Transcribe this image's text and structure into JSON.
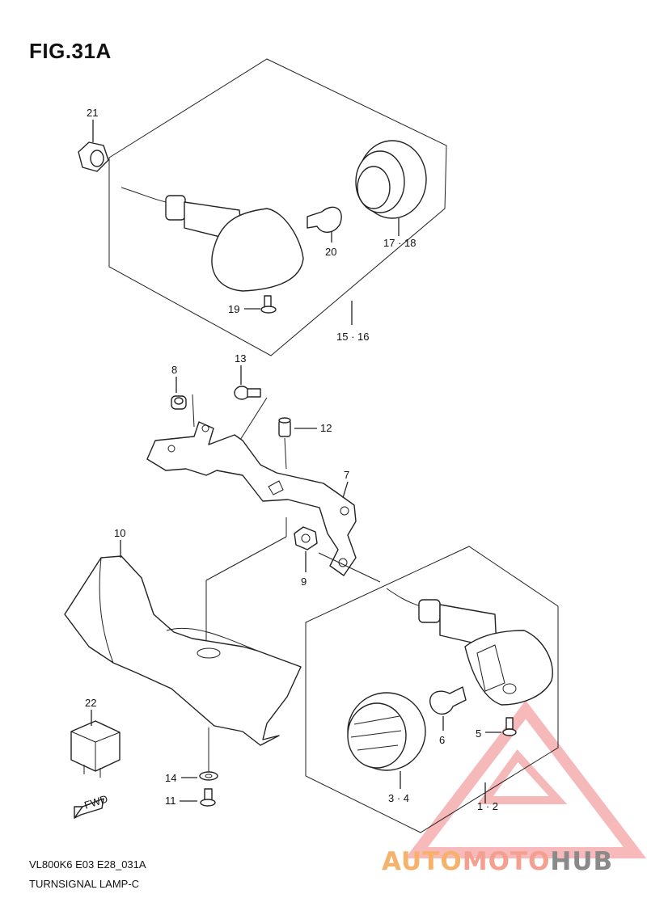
{
  "title": "FIG.31A",
  "footer": {
    "model_ref": "VL800K6 E03 E28_031A",
    "caption": "TURNSIGNAL LAMP-C"
  },
  "brand": {
    "part1": "AUTO",
    "part2": "MOTO",
    "part3": "HUB"
  },
  "arrow_label": "FWD",
  "callouts": {
    "c21": "21",
    "c20": "20",
    "c1718": "17 · 18",
    "c19": "19",
    "c1516": "15 · 16",
    "c13": "13",
    "c8": "8",
    "c12": "12",
    "c7": "7",
    "c10": "10",
    "c9": "9",
    "c22": "22",
    "c5": "5",
    "c6": "6",
    "c14": "14",
    "c11": "11",
    "c34": "3 · 4",
    "c12b": "1 · 2"
  },
  "colors": {
    "line": "#222222",
    "watermark": "#f08080",
    "brand_orange": "#f6b26b",
    "brand_gray": "#8a8a8a"
  }
}
